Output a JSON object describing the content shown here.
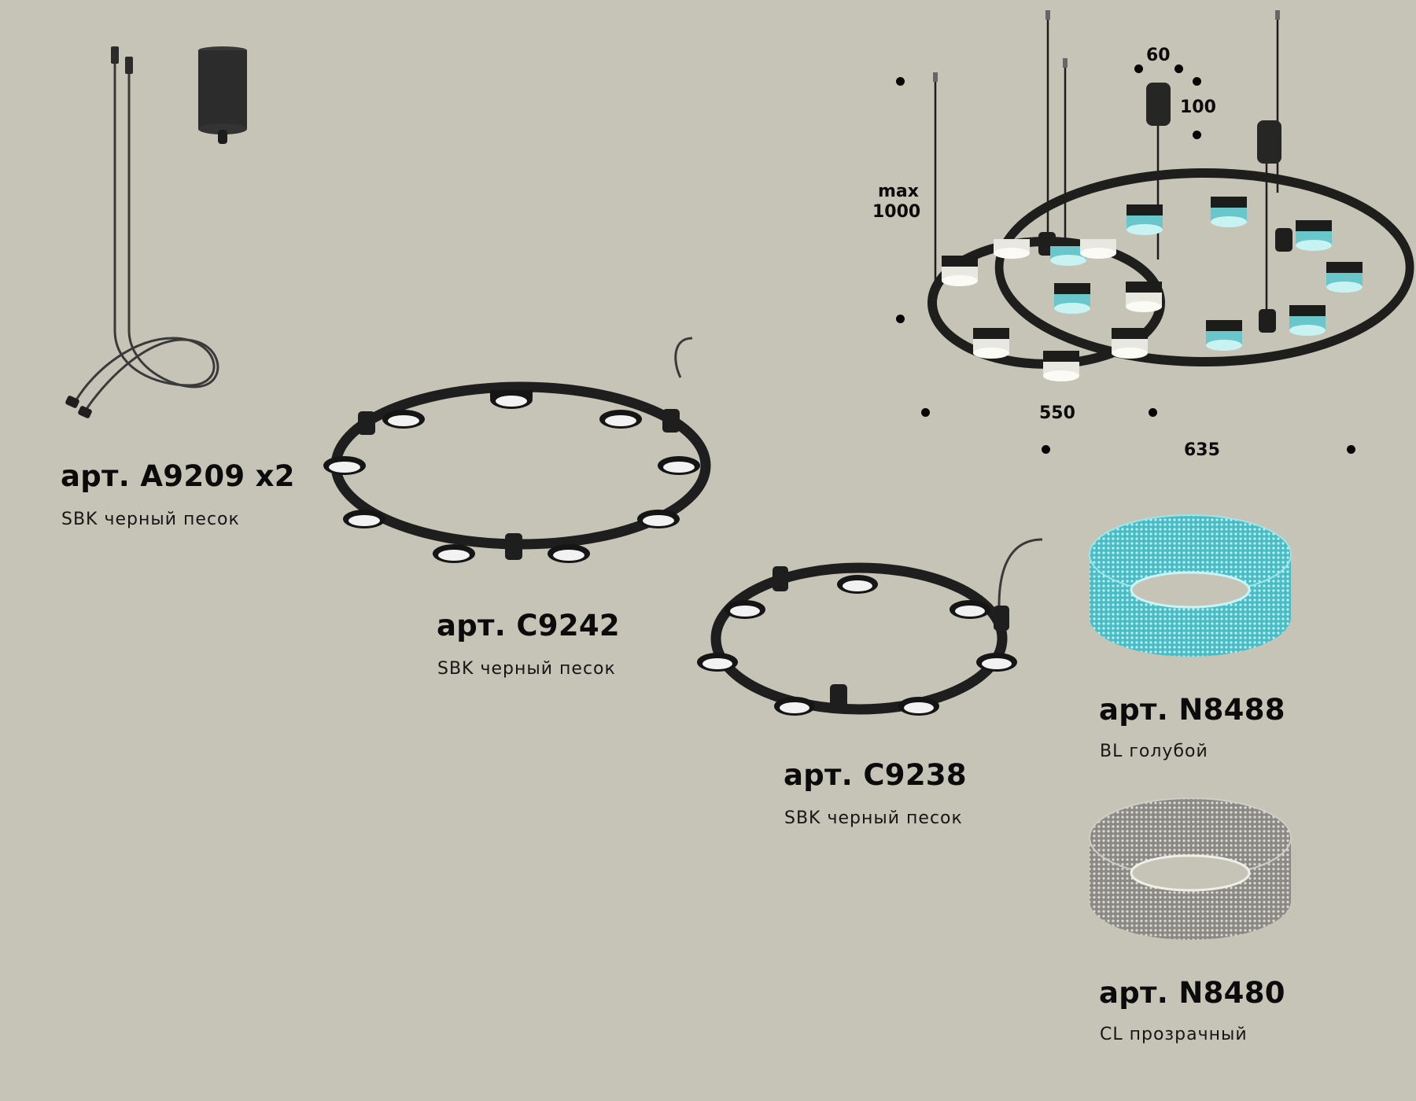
{
  "background_color": "#C6C4B6",
  "products": [
    {
      "id": "a9209",
      "article": "арт. A9209 x2",
      "finish": "SBK черный песок",
      "color_hex": "#2a2a2a"
    },
    {
      "id": "c9242",
      "article": "арт. C9242",
      "finish": "SBK черный песок",
      "color_hex": "#1a1a1a"
    },
    {
      "id": "c9238",
      "article": "арт. C9238",
      "finish": "SBK черный песок",
      "color_hex": "#1a1a1a"
    },
    {
      "id": "n8488",
      "article": "арт. N8488",
      "finish": "BL голубой",
      "color_hex": "#4fc3cc"
    },
    {
      "id": "n8480",
      "article": "арт. N8480",
      "finish": "CL прозрачный",
      "color_hex": "#9a9a96"
    }
  ],
  "assembly_dimensions": {
    "height_label_top": "max",
    "height_label_value": "1000",
    "canopy_diameter": "60",
    "canopy_height": "100",
    "small_ring_width": "550",
    "large_ring_width": "635"
  },
  "accent_colors": {
    "frame": "#1c1c1a",
    "blue_shade": "#5cc6cc",
    "clear_shade": "#ecebe4"
  }
}
